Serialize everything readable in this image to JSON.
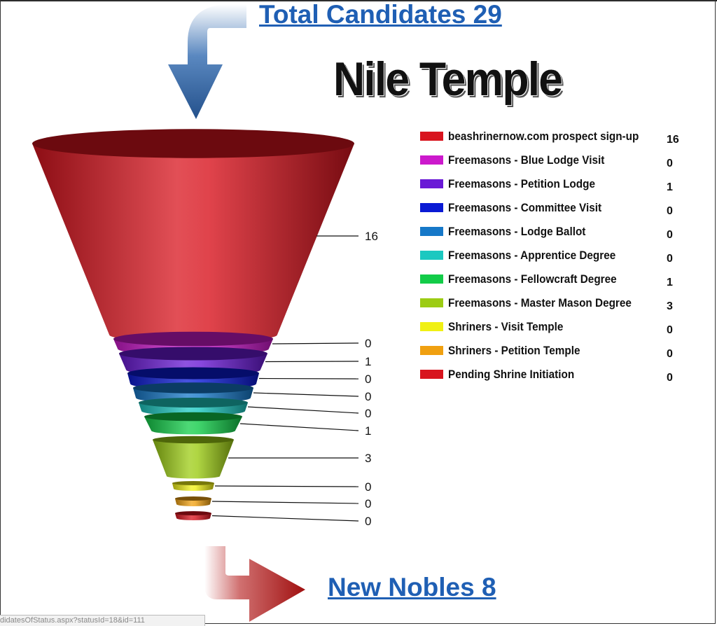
{
  "header": {
    "total_candidates": "Total Candidates 29"
  },
  "footer": {
    "new_nobles": "New Nobles 8"
  },
  "title": "Nile Temple",
  "statusbar": {
    "url_text": "didatesOfStatus.aspx?statusId=18&id=111"
  },
  "chart_data": {
    "type": "funnel",
    "title": "Nile Temple",
    "stages": [
      {
        "label": "beashrinernow.com prospect sign-up",
        "value": 16,
        "color": "#d8141e"
      },
      {
        "label": "Freemasons - Blue Lodge Visit",
        "value": 0,
        "color": "#cc19cc"
      },
      {
        "label": "Freemasons - Petition Lodge",
        "value": 1,
        "color": "#6a1ad6"
      },
      {
        "label": "Freemasons - Committee Visit",
        "value": 0,
        "color": "#0a1ad4"
      },
      {
        "label": "Freemasons - Lodge Ballot",
        "value": 0,
        "color": "#1678c8"
      },
      {
        "label": "Freemasons - Apprentice Degree",
        "value": 0,
        "color": "#1cc8c0"
      },
      {
        "label": "Freemasons - Fellowcraft Degree",
        "value": 1,
        "color": "#12cc48"
      },
      {
        "label": "Freemasons - Master Mason Degree",
        "value": 3,
        "color": "#9ccc14"
      },
      {
        "label": "Shriners - Visit Temple",
        "value": 0,
        "color": "#f0f014"
      },
      {
        "label": "Shriners - Petition Temple",
        "value": 0,
        "color": "#f0a010"
      },
      {
        "label": "Pending Shrine Initiation",
        "value": 0,
        "color": "#d8141e"
      }
    ]
  }
}
